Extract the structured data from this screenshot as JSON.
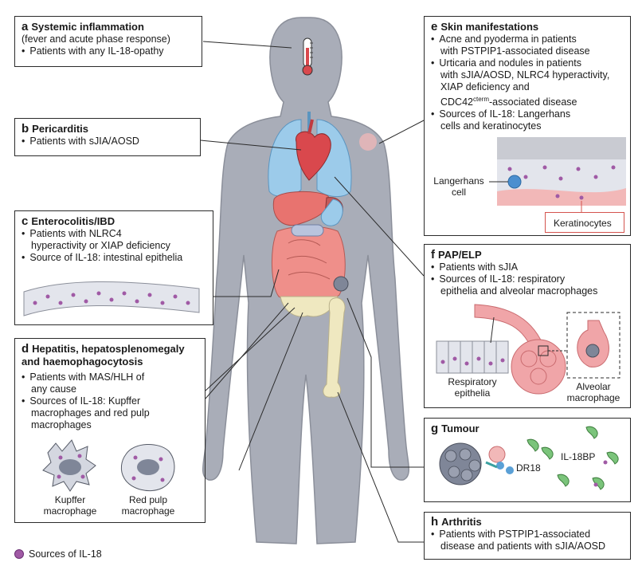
{
  "panels": {
    "a": {
      "letter": "a",
      "title": "Systemic inflammation",
      "subtitle": "(fever and acute phase response)",
      "bullets": [
        "Patients with any IL-18-opathy"
      ]
    },
    "b": {
      "letter": "b",
      "title": "Pericarditis",
      "bullets": [
        "Patients with sJIA/AOSD"
      ]
    },
    "c": {
      "letter": "c",
      "title": "Enterocolitis/IBD",
      "bullets": [
        "Patients with NLRC4",
        "hyperactivity or XIAP deficiency",
        "Source of IL-18: intestinal epithelia"
      ]
    },
    "d": {
      "letter": "d",
      "title_line1": "Hepatitis, hepatosplenomegaly",
      "title_line2": "and haemophagocytosis",
      "bullets": [
        "Patients with MAS/HLH of",
        "any cause",
        "Sources of IL-18: Kupffer",
        "macrophages and red pulp",
        "macrophages"
      ],
      "cell_labels": {
        "kupffer_1": "Kupffer",
        "kupffer_2": "macrophage",
        "redpulp_1": "Red pulp",
        "redpulp_2": "macrophage"
      }
    },
    "e": {
      "letter": "e",
      "title": "Skin manifestations",
      "lines": [
        "Acne and pyoderma in patients",
        "with PSTPIP1-associated disease",
        "Urticaria and nodules in patients",
        "with sJIA/AOSD, NLRC4 hyperactivity,",
        "XIAP deficiency and",
        "CDC42",
        "cterm",
        "-associated disease",
        "Sources of IL-18: Langerhans",
        "cells and keratinocytes"
      ],
      "langerhans_1": "Langerhans",
      "langerhans_2": "cell",
      "keratinocytes": "Keratinocytes"
    },
    "f": {
      "letter": "f",
      "title": "PAP/ELP",
      "bullets": [
        "Patients with sJIA",
        "Sources of IL-18: respiratory",
        "epithelia and alveolar macrophages"
      ],
      "resp_1": "Respiratory",
      "resp_2": "epithelia",
      "alv_1": "Alveolar",
      "alv_2": "macrophage"
    },
    "g": {
      "letter": "g",
      "title": "Tumour",
      "dr18": "DR18",
      "il18bp": "IL-18BP"
    },
    "h": {
      "letter": "h",
      "title": "Arthritis",
      "bullets": [
        "Patients with PSTPIP1-associated",
        "disease and patients with sJIA/AOSD"
      ]
    }
  },
  "legend": {
    "label": "Sources of IL-18"
  },
  "colors": {
    "body": "#a9adb8",
    "body_edge": "#8b8f9a",
    "lung": "#9ccbea",
    "heart": "#d9484d",
    "intestine": "#ef8f8a",
    "liver": "#c45a5a",
    "il18": "#a05aa5",
    "bone": "#efe8c0",
    "border": "#2b2b2b"
  }
}
